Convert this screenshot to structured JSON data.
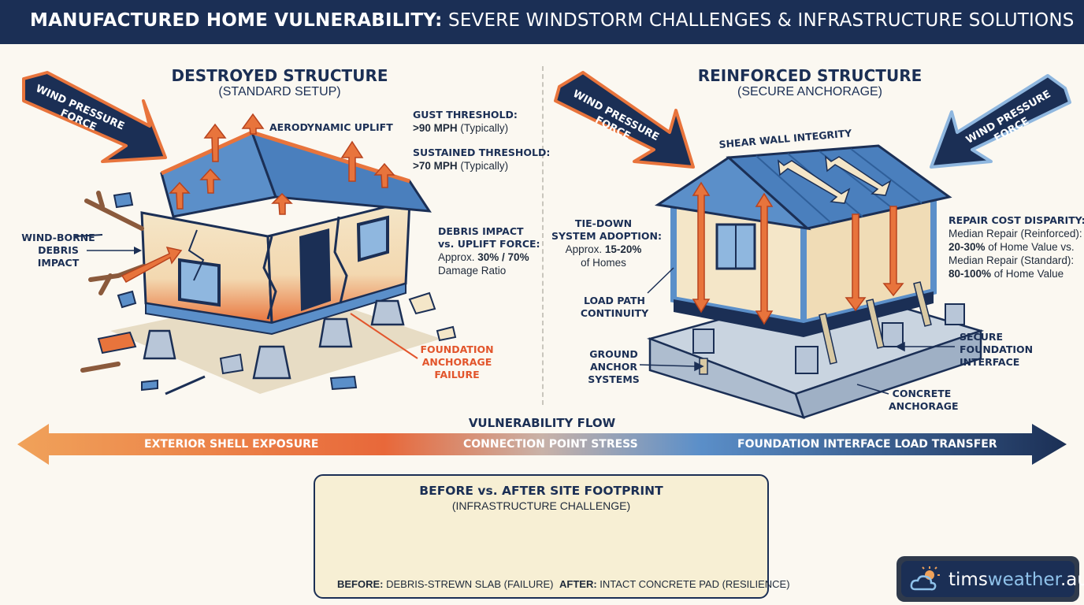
{
  "header": {
    "title_bold": "MANUFACTURED HOME VULNERABILITY:",
    "title_rest": " SEVERE WINDSTORM CHALLENGES & INFRASTRUCTURE SOLUTIONS"
  },
  "left": {
    "title": "DESTROYED STRUCTURE",
    "subtitle": "(STANDARD SETUP)",
    "wind_label": "WIND PRESSURE FORCE",
    "wind_line1": "WIND PRESSURE",
    "wind_line2": "FORCE",
    "uplift": "AERODYNAMIC UPLIFT",
    "gust_title": "GUST THRESHOLD:",
    "gust_value": ">90 MPH",
    "gust_note": " (Typically)",
    "sustained_title": "SUSTAINED THRESHOLD:",
    "sustained_value": ">70 MPH",
    "sustained_note": " (Typically)",
    "debris_title1": "DEBRIS IMPACT",
    "debris_title2": "vs. UPLIFT FORCE:",
    "debris_ratio_prefix": "Approx. ",
    "debris_ratio_value": "30% / 70%",
    "debris_ratio_suffix": "Damage Ratio",
    "windborne1": "WIND-BORNE",
    "windborne2": "DEBRIS",
    "windborne3": "IMPACT",
    "foundation1": "FOUNDATION",
    "foundation2": "ANCHORAGE",
    "foundation3": "FAILURE"
  },
  "right": {
    "title": "REINFORCED STRUCTURE",
    "subtitle": "(SECURE ANCHORAGE)",
    "wind_line1": "WIND PRESSURE",
    "wind_line2": "FORCE",
    "shear": "SHEAR WALL INTEGRITY",
    "tiedown1": "TIE-DOWN",
    "tiedown2": "SYSTEM ADOPTION:",
    "tiedown3_prefix": "Approx. ",
    "tiedown3_value": "15-20%",
    "tiedown4": "of Homes",
    "loadpath1": "LOAD PATH",
    "loadpath2": "CONTINUITY",
    "ground1": "GROUND",
    "ground2": "ANCHOR",
    "ground3": "SYSTEMS",
    "repair_title": "REPAIR COST DISPARITY:",
    "repair_line1": "Median Repair (Reinforced):",
    "repair_value1": "20-30%",
    "repair_line2_suffix": " of Home Value vs.",
    "repair_line3": "Median Repair (Standard):",
    "repair_value2": "80-100%",
    "repair_line4_suffix": " of Home Value",
    "secure1": "SECURE",
    "secure2": "FOUNDATION",
    "secure3": "INTERFACE",
    "concrete1": "CONCRETE",
    "concrete2": "ANCHORAGE"
  },
  "flow": {
    "title": "VULNERABILITY FLOW",
    "stage1": "EXTERIOR SHELL EXPOSURE",
    "stage2": "CONNECTION POINT STRESS",
    "stage3": "FOUNDATION INTERFACE LOAD TRANSFER"
  },
  "footprint": {
    "title": "BEFORE vs. AFTER SITE FOOTPRINT",
    "subtitle": "(INFRASTRUCTURE CHALLENGE)",
    "before_bold": "BEFORE:",
    "before_text": " DEBRIS-STREWN SLAB (FAILURE)",
    "after_bold": "AFTER:",
    "after_text": " INTACT CONCRETE PAD (RESILIENCE)"
  },
  "logo": {
    "part1": "tims",
    "part2": "weather",
    "part3": ".au"
  },
  "colors": {
    "navy": "#1b2f55",
    "orange": "#e8743c",
    "red": "#e2552c",
    "blue": "#5b8fc9",
    "cream": "#f4e6c8"
  },
  "icons": [
    "cloud-sun-icon"
  ]
}
